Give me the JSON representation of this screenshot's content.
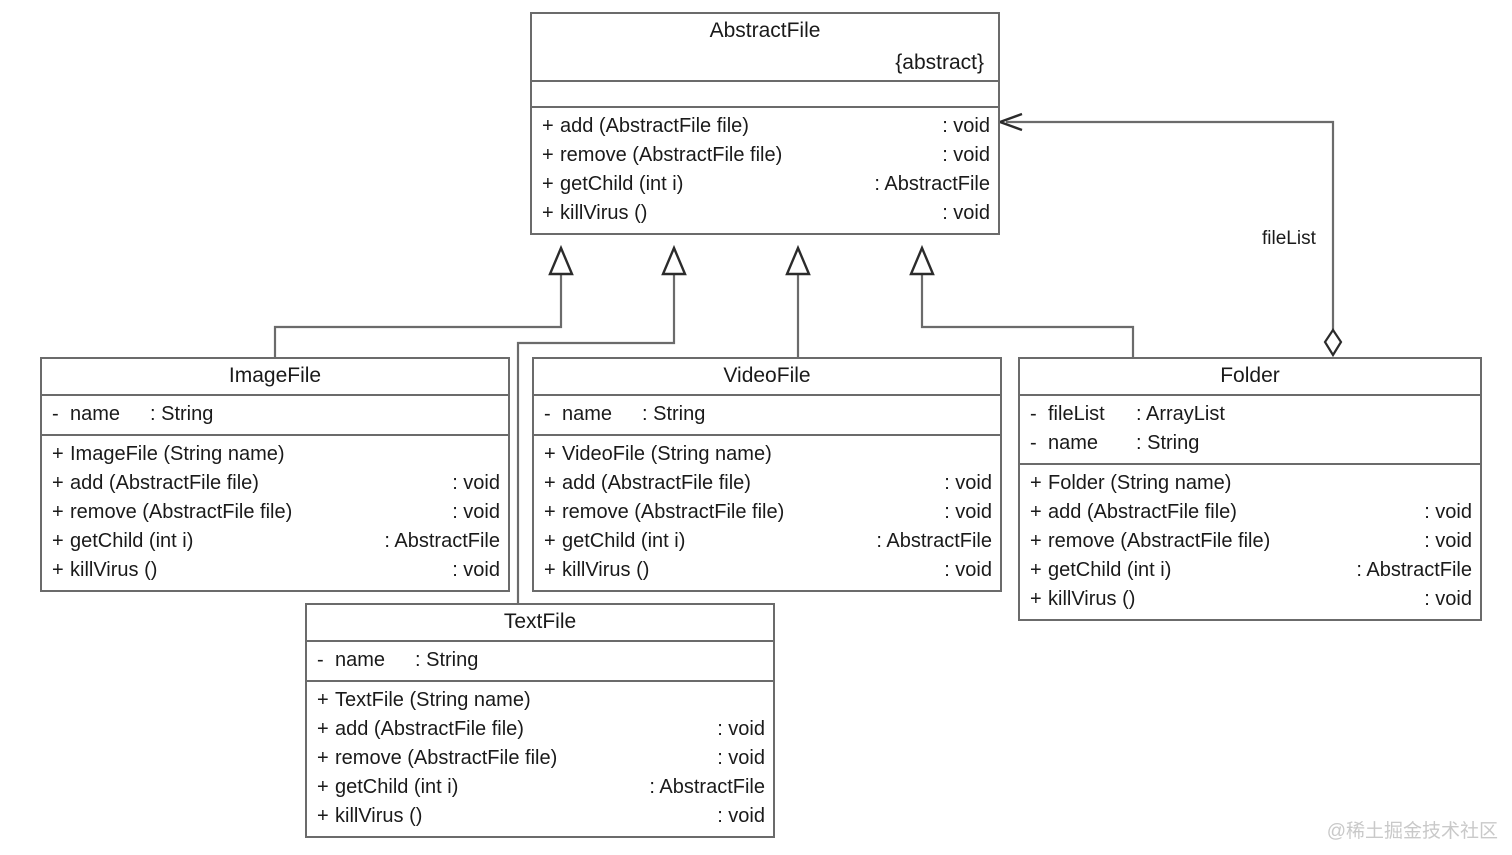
{
  "diagram": {
    "title": "AbstractFile composite pattern class diagram",
    "stroke_color": "#6b6b6b",
    "text_color": "#1a1a1a",
    "background": "#ffffff"
  },
  "classes": [
    {
      "id": "abstractfile",
      "name": "AbstractFile",
      "stereotype": "{abstract}",
      "attributes": [],
      "methods": [
        {
          "vis": "+",
          "sig": "add (AbstractFile file)",
          "ret": ": void"
        },
        {
          "vis": "+",
          "sig": "remove (AbstractFile file)",
          "ret": ": void"
        },
        {
          "vis": "+",
          "sig": "getChild (int i)",
          "ret": ": AbstractFile"
        },
        {
          "vis": "+",
          "sig": "killVirus ()",
          "ret": ": void"
        }
      ]
    },
    {
      "id": "imagefile",
      "name": "ImageFile",
      "stereotype": "",
      "attributes": [
        {
          "vis": "-",
          "sig": "name",
          "ret": ": String"
        }
      ],
      "methods": [
        {
          "vis": "+",
          "sig": "ImageFile (String name)",
          "ret": ""
        },
        {
          "vis": "+",
          "sig": "add (AbstractFile file)",
          "ret": ": void"
        },
        {
          "vis": "+",
          "sig": "remove (AbstractFile file)",
          "ret": ": void"
        },
        {
          "vis": "+",
          "sig": "getChild (int i)",
          "ret": ": AbstractFile"
        },
        {
          "vis": "+",
          "sig": "killVirus ()",
          "ret": ": void"
        }
      ]
    },
    {
      "id": "videofile",
      "name": "VideoFile",
      "stereotype": "",
      "attributes": [
        {
          "vis": "-",
          "sig": "name",
          "ret": ": String"
        }
      ],
      "methods": [
        {
          "vis": "+",
          "sig": "VideoFile (String name)",
          "ret": ""
        },
        {
          "vis": "+",
          "sig": "add (AbstractFile file)",
          "ret": ": void"
        },
        {
          "vis": "+",
          "sig": "remove (AbstractFile file)",
          "ret": ": void"
        },
        {
          "vis": "+",
          "sig": "getChild (int i)",
          "ret": ": AbstractFile"
        },
        {
          "vis": "+",
          "sig": "killVirus ()",
          "ret": ": void"
        }
      ]
    },
    {
      "id": "folder",
      "name": "Folder",
      "stereotype": "",
      "attributes": [
        {
          "vis": "-",
          "sig": "fileList",
          "ret": ": ArrayList"
        },
        {
          "vis": "-",
          "sig": "name",
          "ret": ": String"
        }
      ],
      "methods": [
        {
          "vis": "+",
          "sig": "Folder (String name)",
          "ret": ""
        },
        {
          "vis": "+",
          "sig": "add (AbstractFile file)",
          "ret": ": void"
        },
        {
          "vis": "+",
          "sig": "remove (AbstractFile file)",
          "ret": ": void"
        },
        {
          "vis": "+",
          "sig": "getChild (int i)",
          "ret": ": AbstractFile"
        },
        {
          "vis": "+",
          "sig": "killVirus ()",
          "ret": ": void"
        }
      ]
    },
    {
      "id": "textfile",
      "name": "TextFile",
      "stereotype": "",
      "attributes": [
        {
          "vis": "-",
          "sig": "name",
          "ret": ": String"
        }
      ],
      "methods": [
        {
          "vis": "+",
          "sig": "TextFile (String name)",
          "ret": ""
        },
        {
          "vis": "+",
          "sig": "add (AbstractFile file)",
          "ret": ": void"
        },
        {
          "vis": "+",
          "sig": "remove (AbstractFile file)",
          "ret": ": void"
        },
        {
          "vis": "+",
          "sig": "getChild (int i)",
          "ret": ": AbstractFile"
        },
        {
          "vis": "+",
          "sig": "killVirus ()",
          "ret": ": void"
        }
      ]
    }
  ],
  "relations": [
    {
      "id": "gen-imagefile",
      "type": "generalization",
      "from": "ImageFile",
      "to": "AbstractFile",
      "label": ""
    },
    {
      "id": "gen-textfile",
      "type": "generalization",
      "from": "TextFile",
      "to": "AbstractFile",
      "label": ""
    },
    {
      "id": "gen-videofile",
      "type": "generalization",
      "from": "VideoFile",
      "to": "AbstractFile",
      "label": ""
    },
    {
      "id": "gen-folder",
      "type": "generalization",
      "from": "Folder",
      "to": "AbstractFile",
      "label": ""
    },
    {
      "id": "agg-folder-abstractfile",
      "type": "aggregation",
      "from": "Folder",
      "to": "AbstractFile",
      "label": "fileList"
    }
  ],
  "watermark": "@稀土掘金技术社区"
}
